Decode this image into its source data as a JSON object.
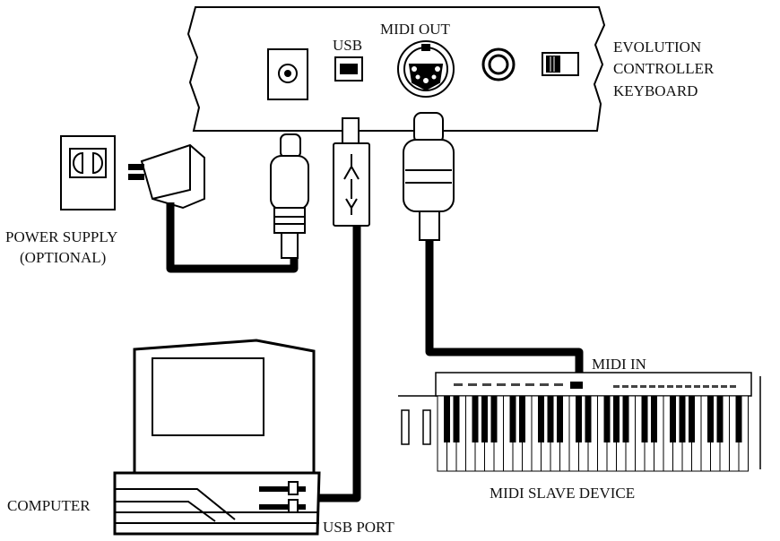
{
  "labels": {
    "midi_out": "MIDI OUT",
    "usb": "USB",
    "keyboard_line1": "EVOLUTION",
    "keyboard_line2": "CONTROLLER",
    "keyboard_line3": "KEYBOARD",
    "power_line1": "POWER SUPPLY",
    "power_line2": "(OPTIONAL)",
    "midi_in": "MIDI IN",
    "slave": "MIDI SLAVE DEVICE",
    "computer": "COMPUTER",
    "usb_port": "USB PORT"
  }
}
